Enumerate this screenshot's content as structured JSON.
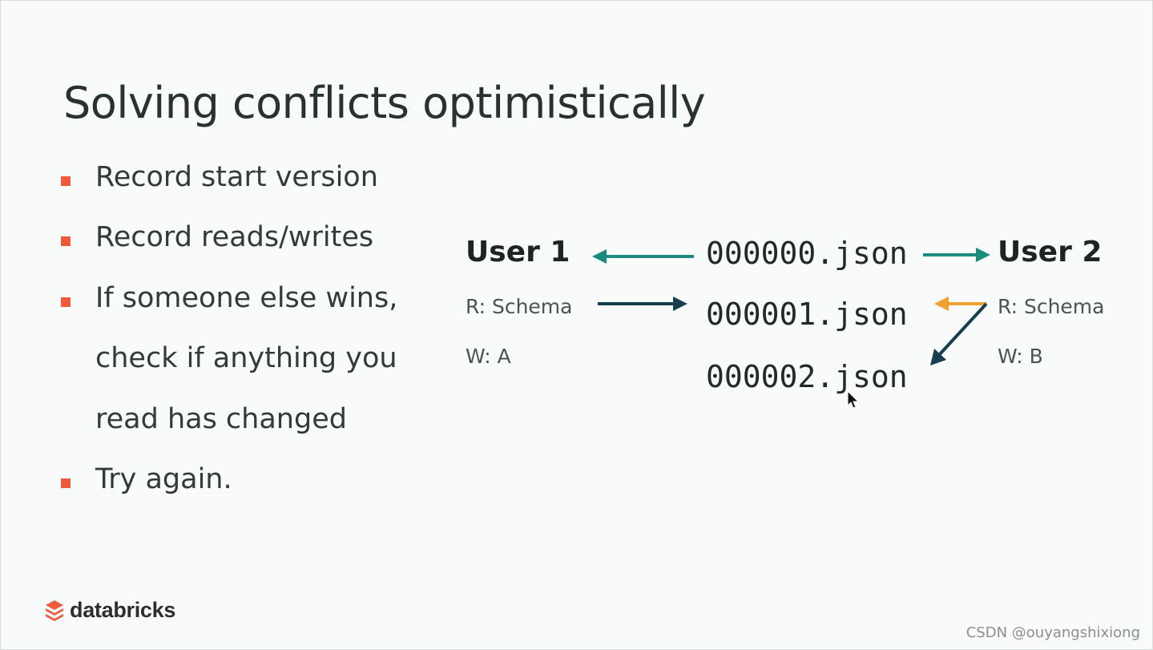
{
  "slide": {
    "title": "Solving conflicts optimistically",
    "bullets": [
      {
        "lines": [
          "Record start version"
        ]
      },
      {
        "lines": [
          "Record reads/writes"
        ]
      },
      {
        "lines": [
          "If someone else wins,",
          "check if anything you",
          "read has changed"
        ]
      },
      {
        "lines": [
          "Try again."
        ]
      }
    ],
    "bullet_color": "#ef5a3a"
  },
  "diagram": {
    "user1": {
      "name": "User 1",
      "read": "R: Schema",
      "write": "W: A"
    },
    "user2": {
      "name": "User 2",
      "read": "R: Schema",
      "write": "W: B"
    },
    "files": [
      "000000.json",
      "000001.json",
      "000002.json"
    ],
    "colors": {
      "teal_arrow": "#1c8c7e",
      "dark_arrow": "#173f4e",
      "orange_arrow": "#f0a030"
    }
  },
  "footer": {
    "logo_text": "databricks",
    "logo_icon": "databricks-stack-icon",
    "logo_color": "#ef5a3a",
    "watermark": "CSDN @ouyangshixiong"
  },
  "pointer_icon": "mouse-cursor-icon"
}
